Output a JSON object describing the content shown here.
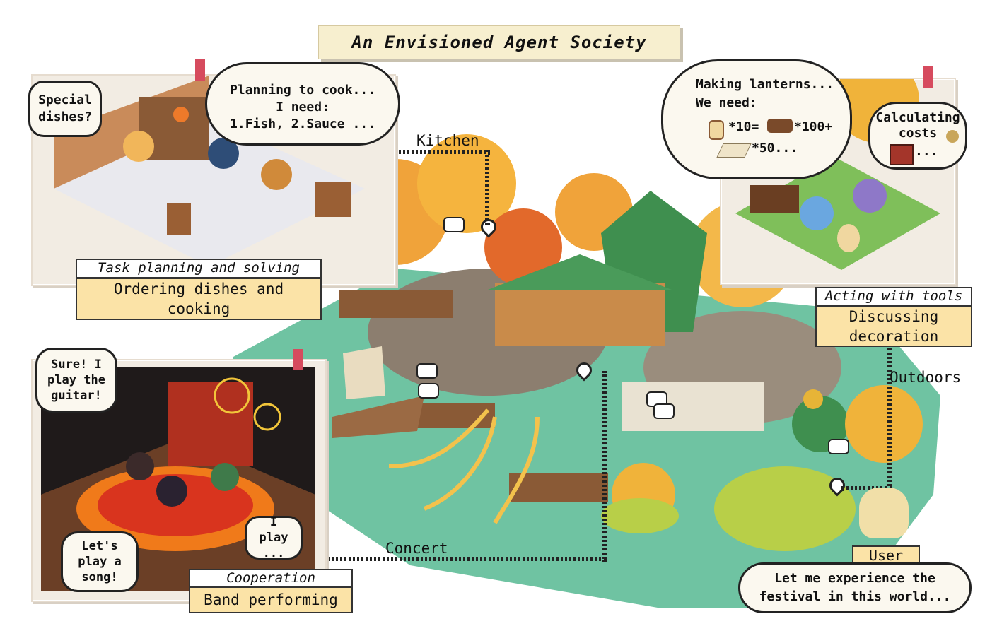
{
  "title": "An Envisioned Agent Society",
  "locations": {
    "kitchen": "Kitchen",
    "outdoors": "Outdoors",
    "concert": "Concert",
    "user": "User"
  },
  "kitchen_scene": {
    "bubble_special": "Special dishes?",
    "thought_line1": "Planning to cook...",
    "thought_line2": "I need:",
    "thought_line3": "1.Fish, 2.Sauce ...",
    "caption_top": "Task planning and solving",
    "caption_main": "Ordering dishes and cooking"
  },
  "outdoors_scene": {
    "thought_line1": "Making lanterns...",
    "thought_line2": "We need:",
    "thought_line3": "*10=",
    "thought_line4": "*100+",
    "thought_line5": "*50...",
    "bubble_costs": "Calculating costs",
    "bubble_costs_ellipsis": "...",
    "caption_top": "Acting with tools",
    "caption_main": "Discussing decoration"
  },
  "concert_scene": {
    "bubble_guitar": "Sure! I play the guitar!",
    "bubble_song": "Let's play a song!",
    "bubble_play": "I play ...",
    "caption_top": "Cooperation",
    "caption_main": "Band performing"
  },
  "user_scene": {
    "speech": "Let me experience the festival in this world..."
  },
  "colors": {
    "ground": "#6fc3a2",
    "foliage_orange": "#f0a33a",
    "foliage_red": "#e2692b",
    "roof_green": "#3f8f4f",
    "caption_fill": "#fbe3a7",
    "title_fill": "#f7efcf"
  }
}
